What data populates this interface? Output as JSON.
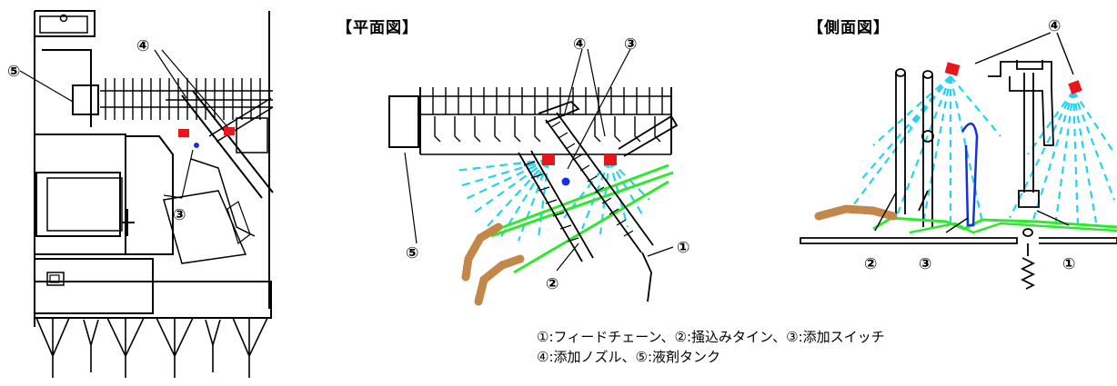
{
  "titles": {
    "plan": "【平面図】",
    "side": "【側面図】"
  },
  "callouts": {
    "feed_chain": "①",
    "rake_tine": "②",
    "switch": "③",
    "nozzle": "④",
    "tank": "⑤"
  },
  "legend": {
    "line1": "①:フィードチェーン、②:掻込みタイン、③:添加スイッチ",
    "line2": "④:添加ノズル、⑤:液剤タンク"
  },
  "colors": {
    "nozzle": "#e8161b",
    "spray": "#22d3f2",
    "stalk": "#2ee82e",
    "straw": "#c4874a",
    "switch": "#1530e0",
    "line": "#000000"
  }
}
